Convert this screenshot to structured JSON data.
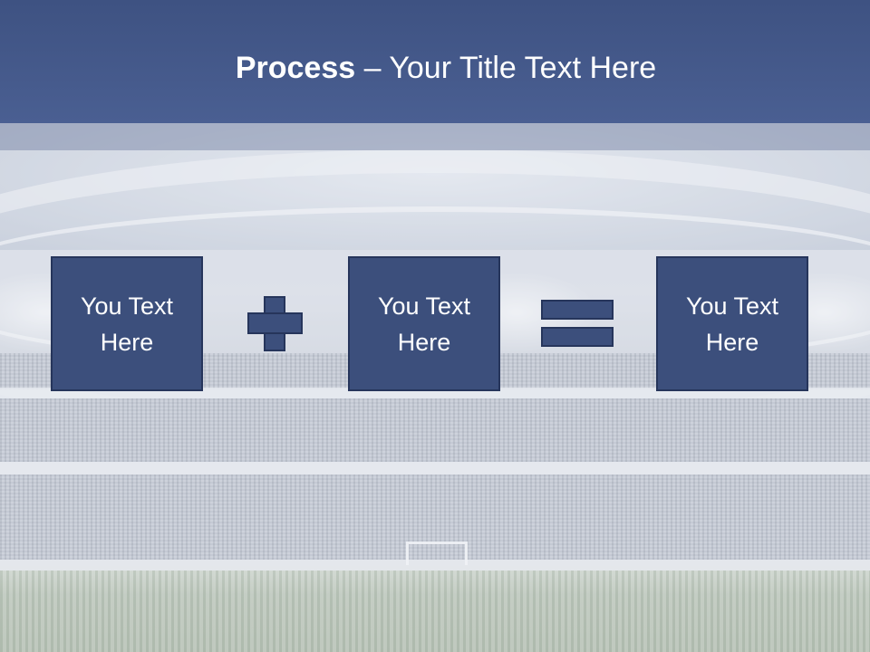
{
  "slide": {
    "title_bold": "Process",
    "title_rest": " – Your Title Text Here"
  },
  "process": {
    "boxes": [
      {
        "text": "You Text Here"
      },
      {
        "text": "You Text Here"
      },
      {
        "text": "You Text Here"
      }
    ],
    "operators": [
      "plus-sign",
      "equals-sign"
    ]
  },
  "colors": {
    "title_bar": "#4a5f92",
    "box_fill": "#3c4f7c",
    "box_border": "#26355b",
    "text": "#ffffff"
  }
}
